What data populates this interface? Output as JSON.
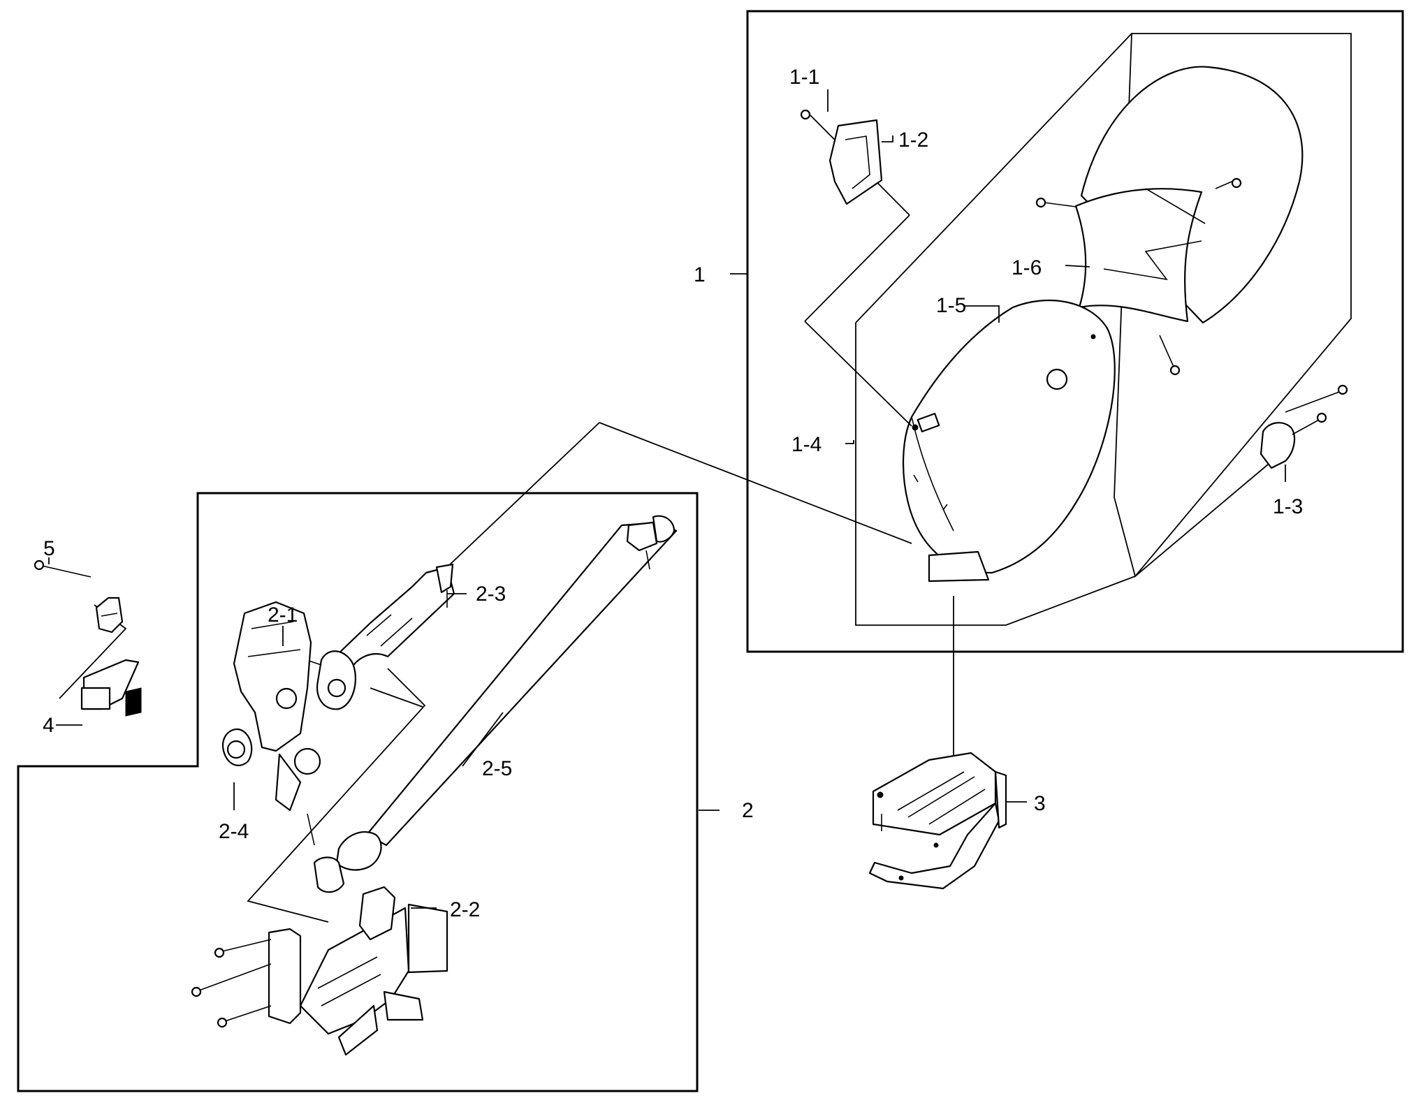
{
  "labels": {
    "p1": "1",
    "p1_1": "1-1",
    "p1_2": "1-2",
    "p1_3": "1-3",
    "p1_4": "1-4",
    "p1_5": "1-5",
    "p1_6": "1-6",
    "p2": "2",
    "p2_1": "2-1",
    "p2_2": "2-2",
    "p2_3": "2-3",
    "p2_4": "2-4",
    "p2_5": "2-5",
    "p3": "3",
    "p4": "4",
    "p5": "5"
  }
}
